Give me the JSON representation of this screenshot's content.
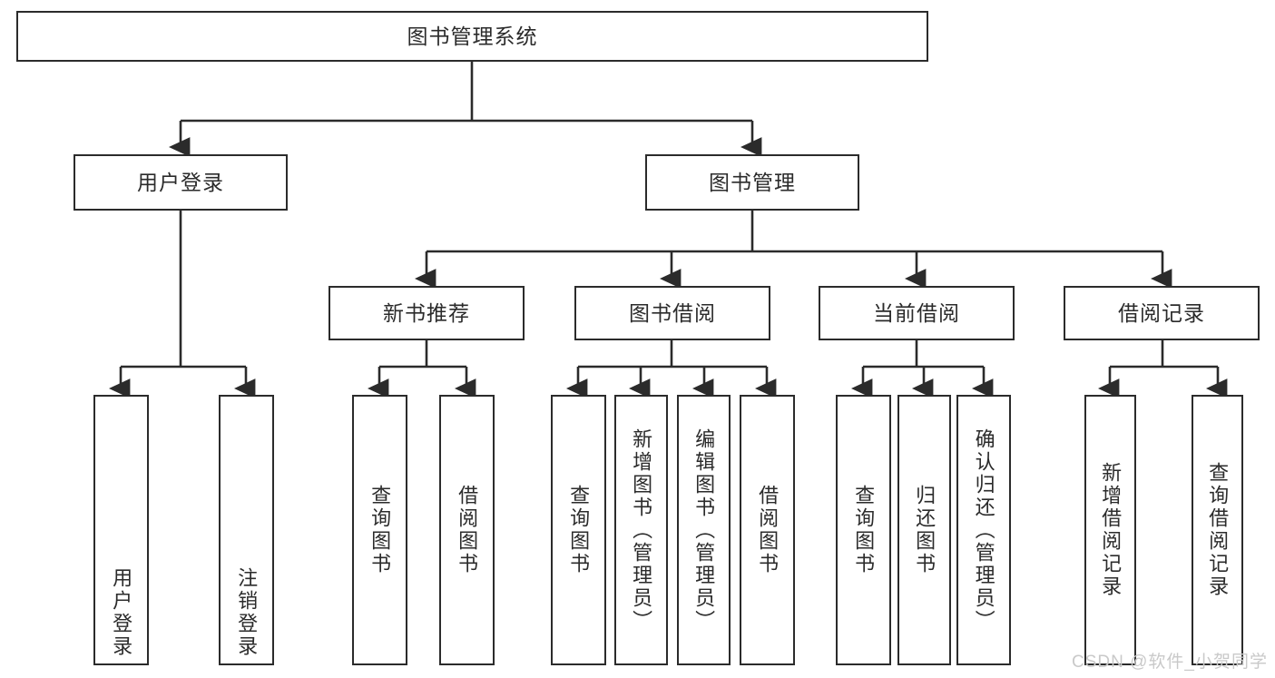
{
  "diagram": {
    "title": "图书管理系统",
    "type": "tree-hierarchy",
    "stroke_color": "#2b2b2b",
    "fill_color": "#ffffff",
    "watermark": "CSDN @软件_小贺同学"
  },
  "nodes": {
    "root": {
      "label": "图书管理系统"
    },
    "level2": [
      {
        "id": "user-login",
        "label": "用户登录"
      },
      {
        "id": "book-manage",
        "label": "图书管理"
      }
    ],
    "level3": [
      {
        "id": "new-book-recommend",
        "label": "新书推荐"
      },
      {
        "id": "book-borrow",
        "label": "图书借阅"
      },
      {
        "id": "current-borrow",
        "label": "当前借阅"
      },
      {
        "id": "borrow-record",
        "label": "借阅记录"
      }
    ],
    "leaves": [
      {
        "id": "leaf-user-login",
        "label": "用户登录",
        "parent": "user-login"
      },
      {
        "id": "leaf-logout-login",
        "label": "注销登录",
        "parent": "user-login"
      },
      {
        "id": "leaf-query-book-1",
        "label": "查询图书",
        "parent": "new-book-recommend"
      },
      {
        "id": "leaf-borrow-book-1",
        "label": "借阅图书",
        "parent": "new-book-recommend"
      },
      {
        "id": "leaf-query-book-2",
        "label": "查询图书",
        "parent": "book-borrow"
      },
      {
        "id": "leaf-add-book",
        "label": "新增图书（管理员）",
        "parent": "book-borrow"
      },
      {
        "id": "leaf-edit-book",
        "label": "编辑图书（管理员）",
        "parent": "book-borrow"
      },
      {
        "id": "leaf-borrow-book-2",
        "label": "借阅图书",
        "parent": "book-borrow"
      },
      {
        "id": "leaf-query-book-3",
        "label": "查询图书",
        "parent": "current-borrow"
      },
      {
        "id": "leaf-return-book",
        "label": "归还图书",
        "parent": "current-borrow"
      },
      {
        "id": "leaf-confirm-return",
        "label": "确认归还（管理员）",
        "parent": "current-borrow"
      },
      {
        "id": "leaf-add-record",
        "label": "新增借阅记录",
        "parent": "borrow-record"
      },
      {
        "id": "leaf-query-record",
        "label": "查询借阅记录",
        "parent": "borrow-record"
      }
    ]
  }
}
